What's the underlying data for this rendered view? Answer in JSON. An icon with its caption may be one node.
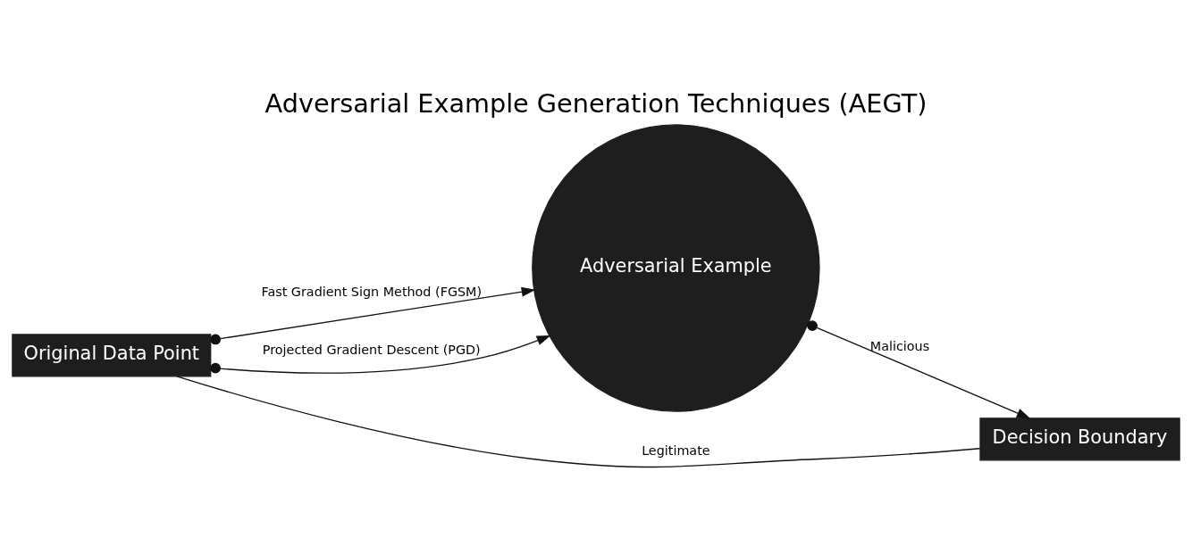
{
  "diagram": {
    "title": "Adversarial Example Generation Techniques (AEGT)",
    "nodes": [
      {
        "text": [
          "Original Data Point"
        ]
      },
      {
        "text": [
          "Adversarial Example"
        ]
      },
      {
        "text": [
          "Decision Boundary"
        ]
      }
    ],
    "edges": [
      {
        "from": 0,
        "to": 1,
        "arrow": "to",
        "label": "Fast Gradient Sign Method (FGSM)"
      },
      {
        "from": 0,
        "to": 1,
        "arrow": "to",
        "label": "Projected Gradient Descent (PGD)"
      },
      {
        "from": 1,
        "to": 2,
        "arrow": "to",
        "label": "Malicious"
      },
      {
        "from": 0,
        "to": 2,
        "arrow": "none",
        "label": "Legitimate"
      }
    ]
  }
}
